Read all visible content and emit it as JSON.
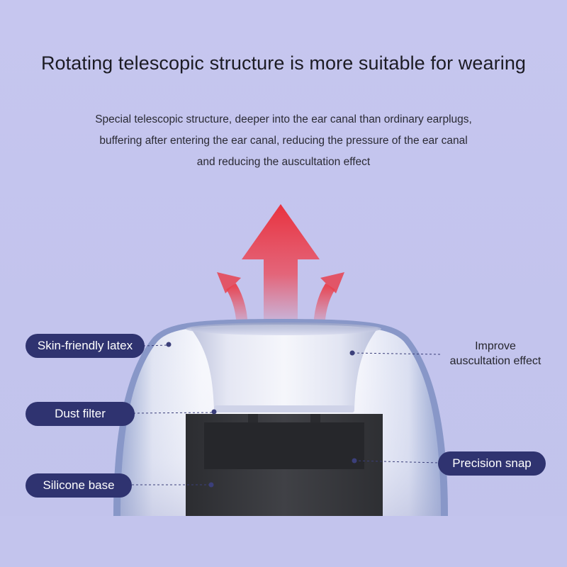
{
  "headline": "Rotating telescopic structure is more suitable for wearing",
  "description": [
    "Special telescopic structure, deeper into the ear canal than ordinary earplugs,",
    "buffering after entering the ear canal, reducing the pressure of the ear canal",
    "and reducing the auscultation effect"
  ],
  "labels": {
    "skin_friendly_latex": "Skin-friendly latex",
    "dust_filter": "Dust filter",
    "silicone_base": "Silicone base",
    "precision_snap": "Precision snap",
    "improve_line1": "Improve",
    "improve_line2": "auscultation effect"
  },
  "colors": {
    "background": "#c4c5ee",
    "pill": "#2f3370",
    "arrow": "#ea3a48",
    "base": "#3a3b40"
  }
}
